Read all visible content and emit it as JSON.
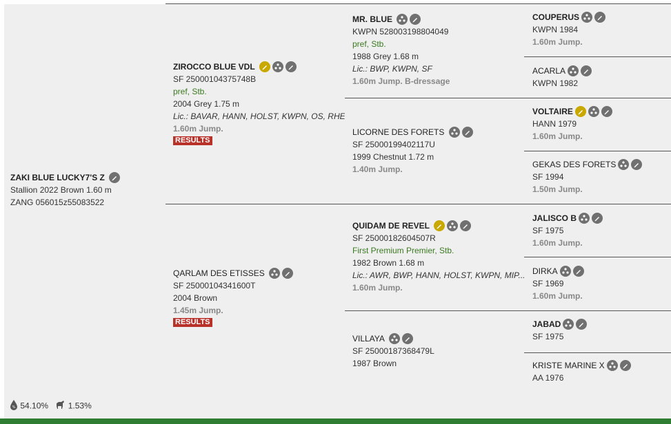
{
  "subject": {
    "name": "ZAKI BLUE LUCKY7'S Z",
    "line1": "Stallion 2022 Brown 1.60 m",
    "line2": "ZANG 056015z55083522",
    "icons": [
      "pen-icon"
    ]
  },
  "sire": {
    "name": "ZIROCCO BLUE VDL",
    "reg": "SF 25000104375748B",
    "pref": "pref, Stb.",
    "details": "2004 Grey 1.75 m",
    "lic": "Lic.: BAVAR, HANN, HOLST, KWPN, OS, RHEI...",
    "perf": "1.60m Jump.",
    "results": "RESULTS"
  },
  "dam": {
    "name": "QARLAM DES ETISSES",
    "reg": "SF 25000104341600T",
    "details": "2004 Brown",
    "perf": "1.45m Jump.",
    "results": "RESULTS"
  },
  "ss": {
    "name": "MR. BLUE",
    "reg": "KWPN 528003198804049",
    "pref": "pref, Stb.",
    "details": "1988 Grey 1.68 m",
    "lic": "Lic.: BWP, KWPN, SF",
    "perf": "1.60m Jump. B-dressage"
  },
  "sd": {
    "name": "LICORNE DES FORETS",
    "reg": "SF 25000199402117U",
    "details": "1999 Chestnut 1.72 m",
    "perf": "1.40m Jump."
  },
  "ds": {
    "name": "QUIDAM DE REVEL",
    "reg": "SF 25000182604507R",
    "pref": "First Premium Premier, Stb.",
    "details": "1982 Brown 1.68 m",
    "lic": "Lic.: AWR, BWP, HANN, HOLST, KWPN, MIP...",
    "perf": "1.60m Jump."
  },
  "dd": {
    "name": "VILLAYA",
    "reg": "SF 25000187368479L",
    "details": "1987 Brown"
  },
  "g": [
    {
      "name": "COUPERUS",
      "reg": "KWPN 1984",
      "perf": "1.60m Jump."
    },
    {
      "name": "ACARLA",
      "reg": "KWPN 1982",
      "perf": ""
    },
    {
      "name": "VOLTAIRE",
      "reg": "HANN 1979",
      "perf": "1.60m Jump."
    },
    {
      "name": "GEKAS DES FORETS",
      "reg": "SF 1994",
      "perf": "1.50m Jump."
    },
    {
      "name": "JALISCO B",
      "reg": "SF 1975",
      "perf": "1.60m Jump."
    },
    {
      "name": "DIRKA",
      "reg": "SF 1969",
      "perf": "1.60m Jump."
    },
    {
      "name": "JABAD",
      "reg": "SF 1975",
      "perf": ""
    },
    {
      "name": "KRISTE MARINE X",
      "reg": "AA 1976",
      "perf": ""
    }
  ],
  "stats": {
    "blood_pct": "54.10%",
    "inbreeding_pct": "1.53%"
  },
  "colors": {
    "background": "#efefef",
    "results_badge": "#b8322a",
    "pref_text": "#3a7a20",
    "key_icon": "#c9a800",
    "footer_bar": "#2e7d32"
  }
}
